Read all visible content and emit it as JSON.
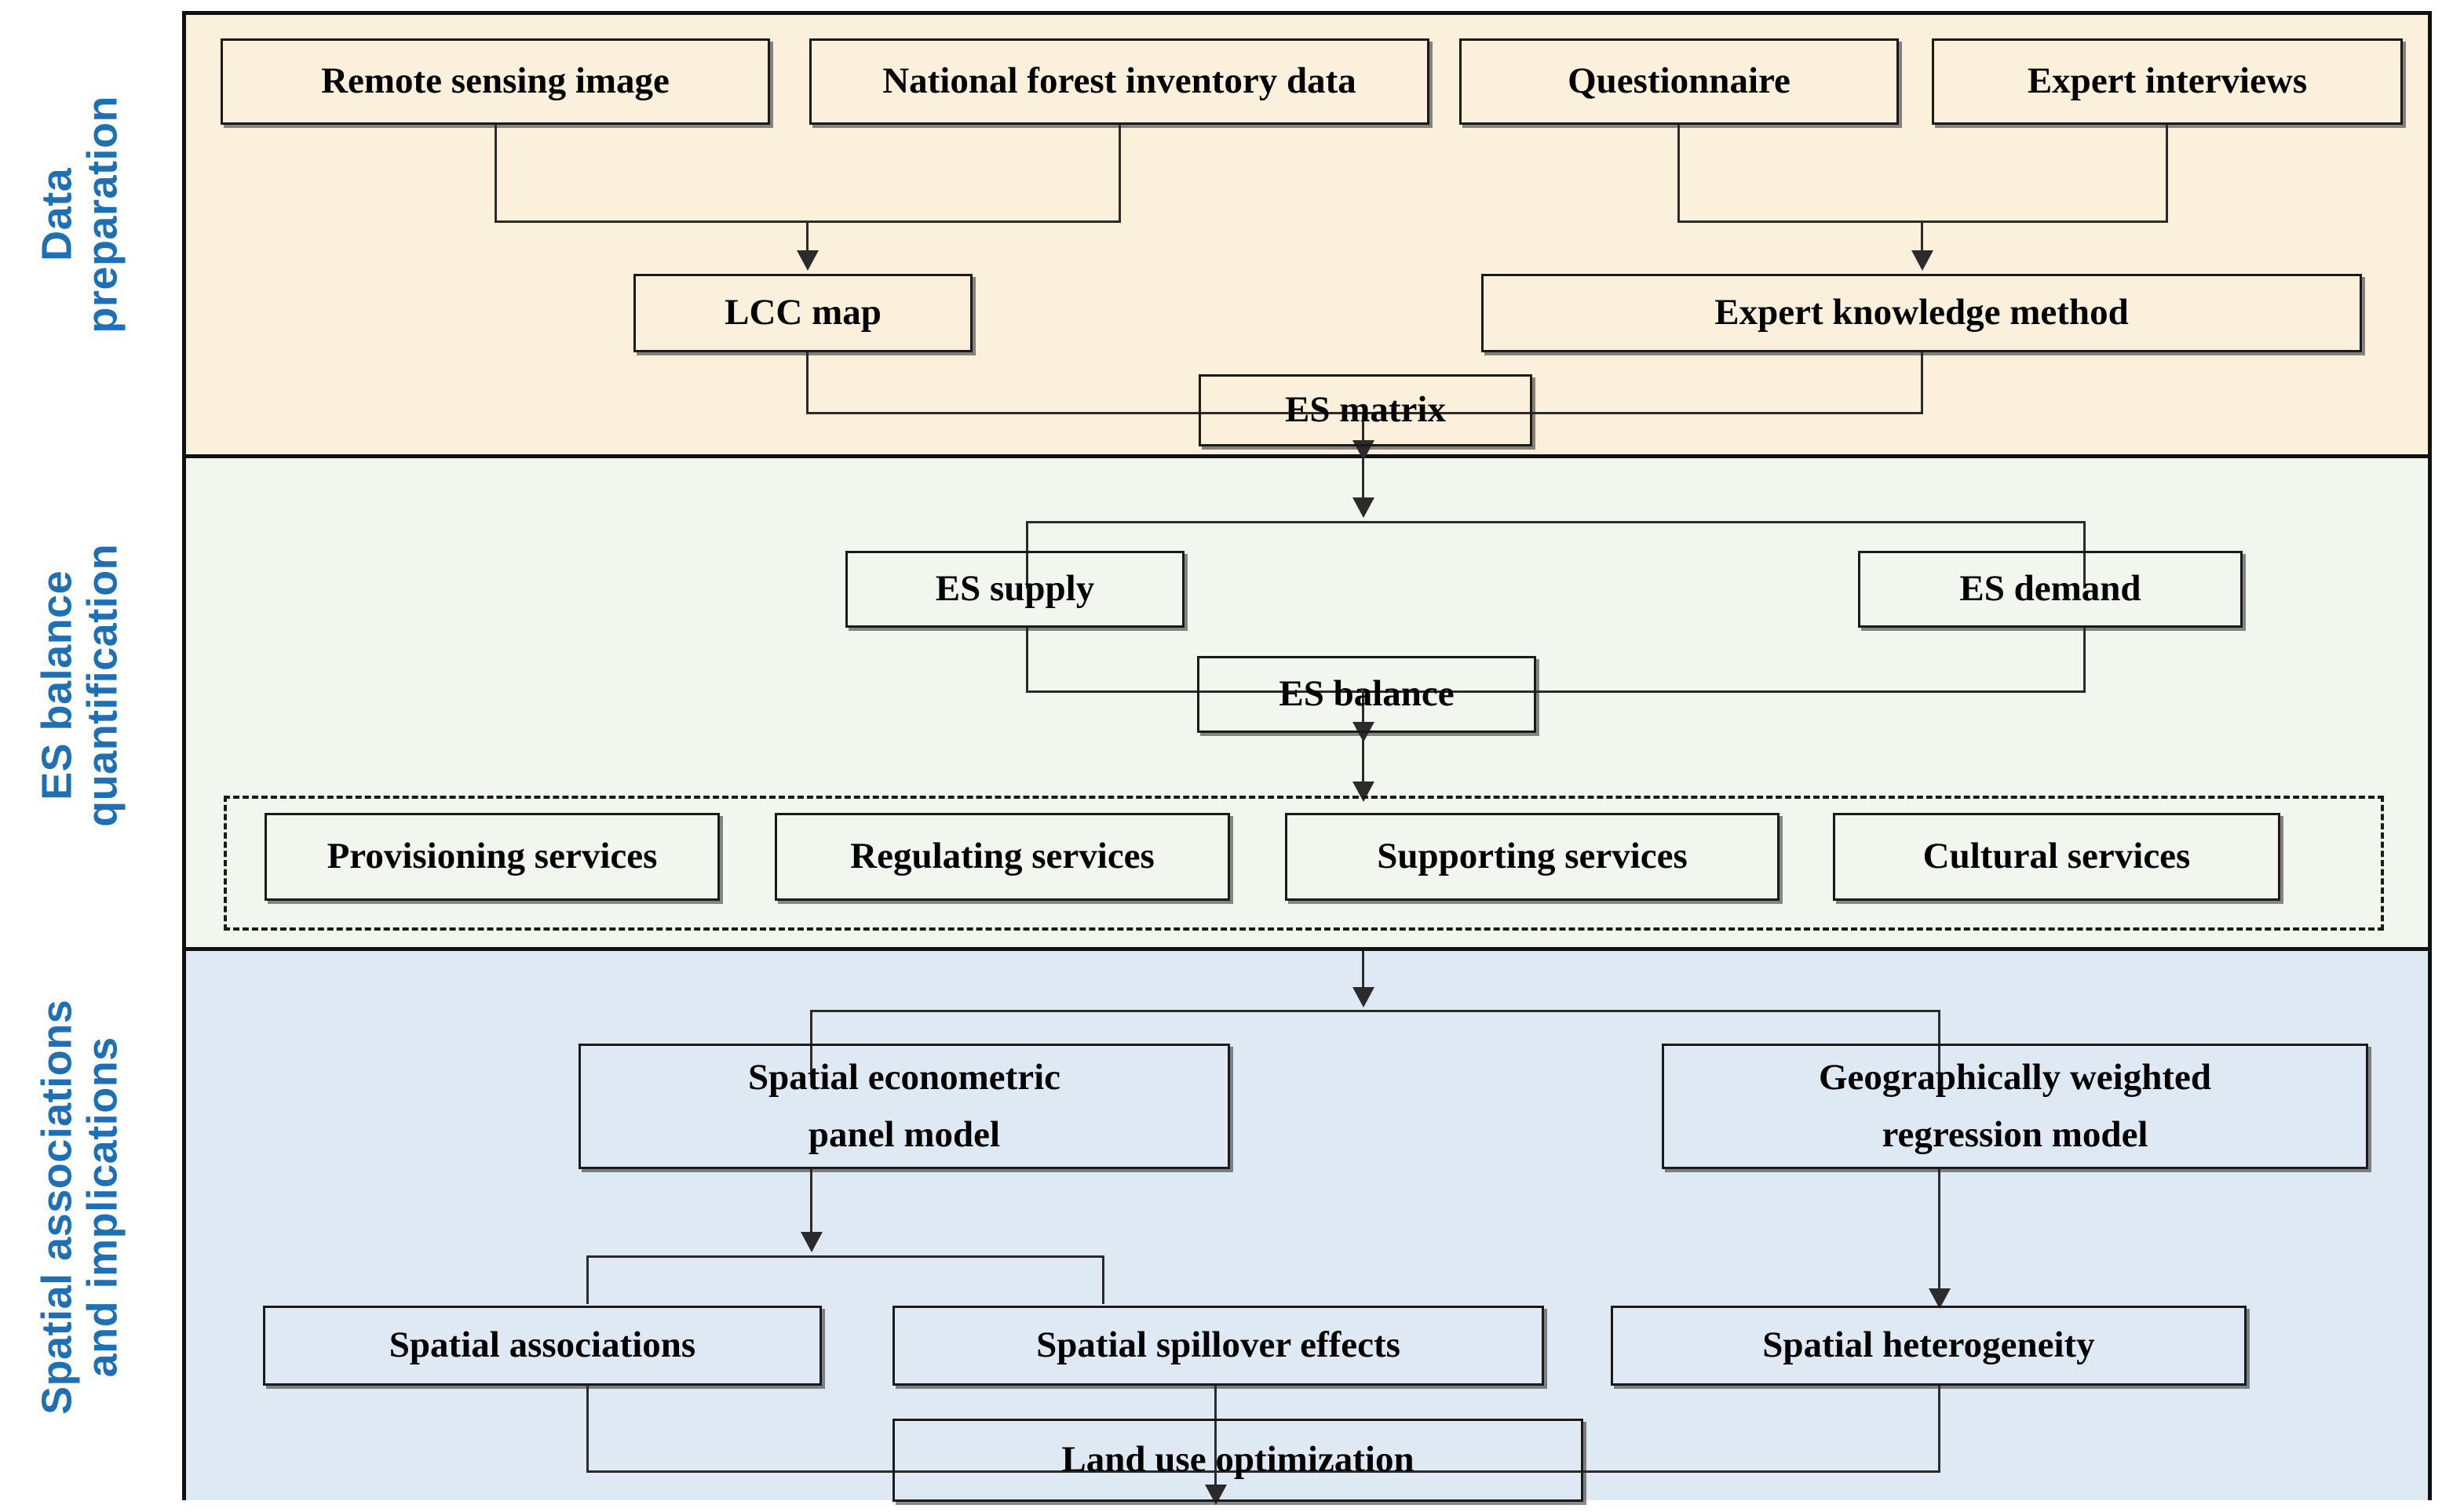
{
  "diagram": {
    "title": "Research framework flowchart",
    "sections": [
      {
        "id": "data-preparation",
        "label": "Data\npreparation",
        "color": "#FAF0DC"
      },
      {
        "id": "es-quantification",
        "label": "ES balance\nquantification",
        "color": "#F1F6EE"
      },
      {
        "id": "spatial-implications",
        "label": "Spatial associations\nand implications",
        "color": "#DEE9F4"
      }
    ],
    "accent_color": "#1F6FB4",
    "line_color": "#2b2b2b",
    "nodes": {
      "remote_sensing_image": "Remote sensing image",
      "national_forest_inventory_data": "National forest inventory data",
      "questionnaire": "Questionnaire",
      "expert_interviews": "Expert interviews",
      "lcc_map": "LCC map",
      "expert_knowledge_method": "Expert knowledge method",
      "es_matrix": "ES matrix",
      "es_supply": "ES supply",
      "es_demand": "ES demand",
      "es_balance": "ES balance",
      "provisioning_services": "Provisioning services",
      "regulating_services": "Regulating services",
      "supporting_services": "Supporting services",
      "cultural_services": "Cultural services",
      "spatial_econometric_panel_model": "Spatial econometric\npanel model",
      "geographically_weighted_regression_model": "Geographically weighted\nregression model",
      "spatial_associations": "Spatial associations",
      "spatial_spillover_effects": "Spatial spillover effects",
      "spatial_heterogeneity": "Spatial heterogeneity",
      "land_use_optimization": "Land use optimization"
    }
  }
}
